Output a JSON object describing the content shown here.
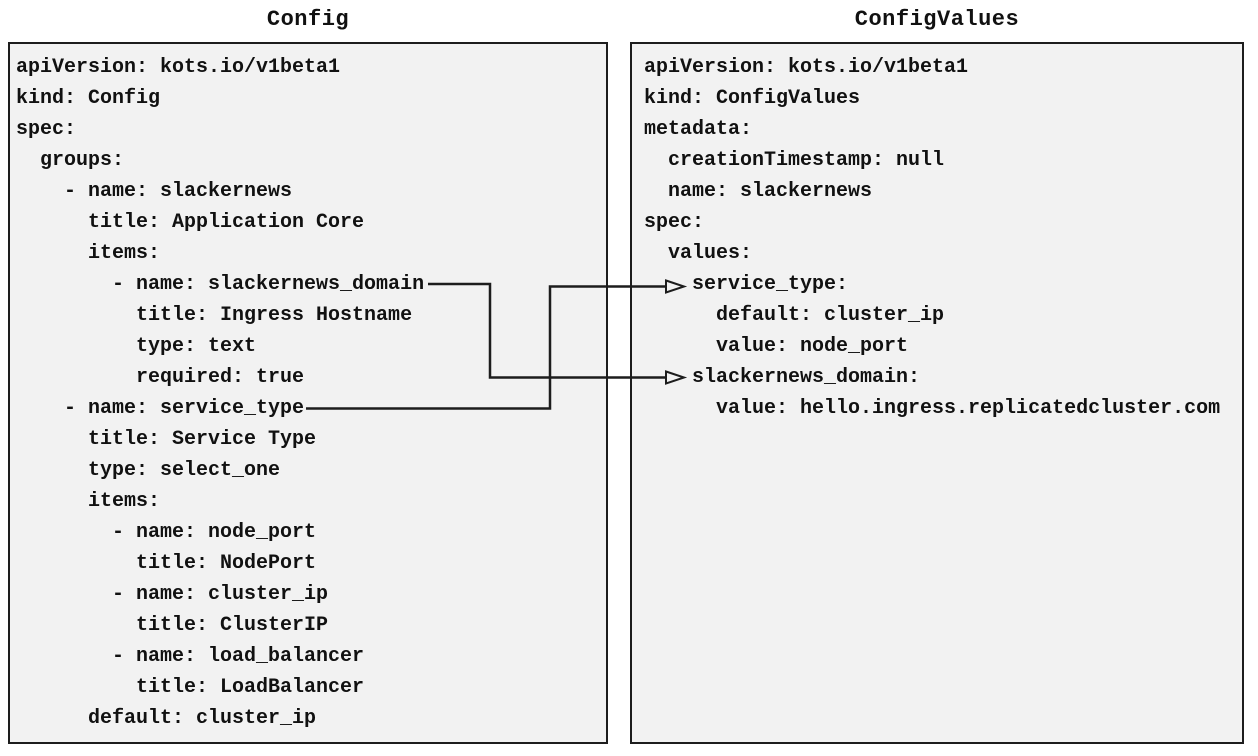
{
  "left_panel": {
    "title": "Config",
    "code": "apiVersion: kots.io/v1beta1\nkind: Config\nspec:\n  groups:\n    - name: slackernews\n      title: Application Core\n      items:\n        - name: slackernews_domain\n          title: Ingress Hostname\n          type: text\n          required: true\n    - name: service_type\n      title: Service Type\n      type: select_one\n      items:\n        - name: node_port\n          title: NodePort\n        - name: cluster_ip\n          title: ClusterIP\n        - name: load_balancer\n          title: LoadBalancer\n      default: cluster_ip"
  },
  "right_panel": {
    "title": "ConfigValues",
    "code": "apiVersion: kots.io/v1beta1\nkind: ConfigValues\nmetadata:\n  creationTimestamp: null\n  name: slackernews\nspec:\n  values:\n    service_type:\n      default: cluster_ip\n      value: node_port\n    slackernews_domain:\n      value: hello.ingress.replicatedcluster.com"
  },
  "connections": [
    {
      "from": "slackernews_domain",
      "to": "slackernews_domain"
    },
    {
      "from": "service_type",
      "to": "service_type"
    }
  ],
  "colors": {
    "page_bg": "#ffffff",
    "panel_fill": "#f2f2f2",
    "panel_border": "#1d1d1d",
    "text": "#111111",
    "connector": "#1d1d1d"
  }
}
